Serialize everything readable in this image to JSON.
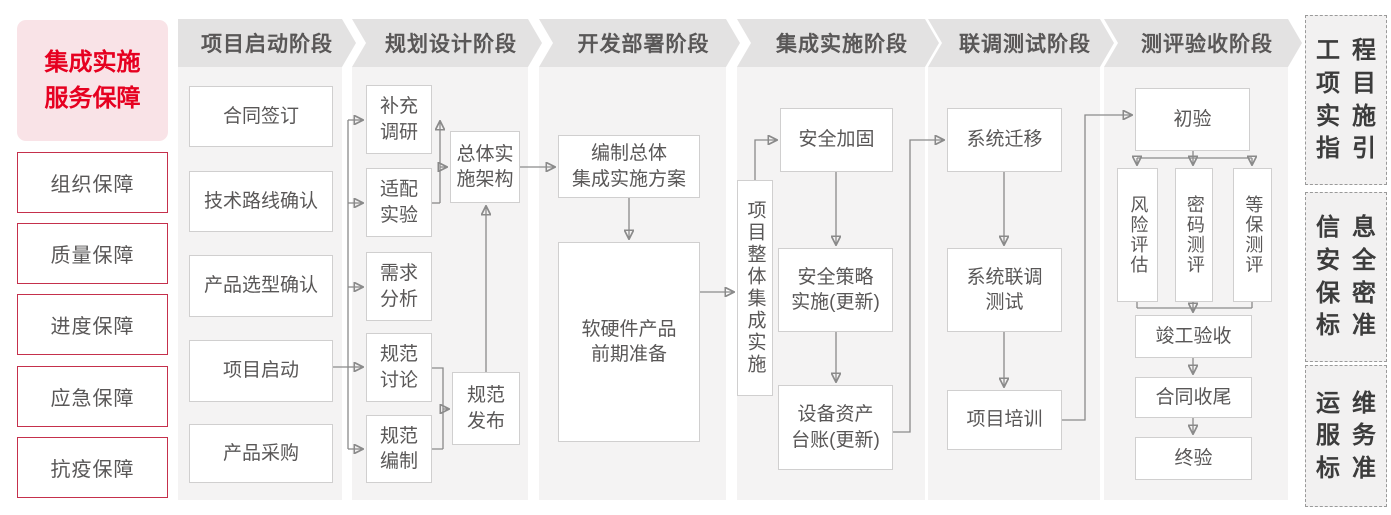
{
  "sidebar": {
    "title": "集成实施\n服务保障",
    "items": [
      "组织保障",
      "质量保障",
      "进度保障",
      "应急保障",
      "抗疫保障"
    ]
  },
  "phases": [
    {
      "label": "项目启动阶段"
    },
    {
      "label": "规划设计阶段"
    },
    {
      "label": "开发部署阶段"
    },
    {
      "label": "集成实施阶段"
    },
    {
      "label": "联调测试阶段"
    },
    {
      "label": "测评验收阶段"
    }
  ],
  "nodes": {
    "contract_sign": "合同签订",
    "tech_route": "技术路线确认",
    "product_selection": "产品选型确认",
    "project_kickoff": "项目启动",
    "procurement": "产品采购",
    "supplement_survey": "补充\n调研",
    "adaptation_test": "适配\n实验",
    "requirement_analysis": "需求\n分析",
    "spec_discussion": "规范\n讨论",
    "spec_drafting": "规范\n编制",
    "overall_architecture": "总体实\n施架构",
    "spec_release": "规范\n发布",
    "overall_plan": "编制总体\n集成实施方案",
    "product_preparation": "软硬件产品\n前期准备",
    "overall_integration": "项目整体集成实施",
    "security_hardening": "安全加固",
    "security_policy": "安全策略\n实施(更新)",
    "asset_ledger": "设备资产\n台账(更新)",
    "system_migration": "系统迁移",
    "joint_testing": "系统联调\n测试",
    "project_training": "项目培训",
    "initial_acceptance": "初验",
    "risk_assessment": "风险评估",
    "crypto_evaluation": "密码测评",
    "classified_protection_evaluation": "等保测评",
    "completion_acceptance": "竣工验收",
    "contract_closure": "合同收尾",
    "final_acceptance": "终验"
  },
  "standards": [
    {
      "words": [
        "工程",
        "项目",
        "实施",
        "指引"
      ]
    },
    {
      "words": [
        "信息",
        "安全",
        "保密",
        "标准"
      ]
    },
    {
      "words": [
        "运维",
        "服务",
        "标准"
      ]
    }
  ],
  "colors": {
    "accent_red": "#e60020",
    "border_red": "#c5304c",
    "pink_bg": "#f9e3e7",
    "text_gray": "#595757",
    "banner_bg": "#e3e2e2",
    "strip_bg": "#f4f3f3",
    "box_border": "#d0cfcf",
    "connector": "#8a8a8a",
    "standards_text": "#3c3c3c"
  }
}
